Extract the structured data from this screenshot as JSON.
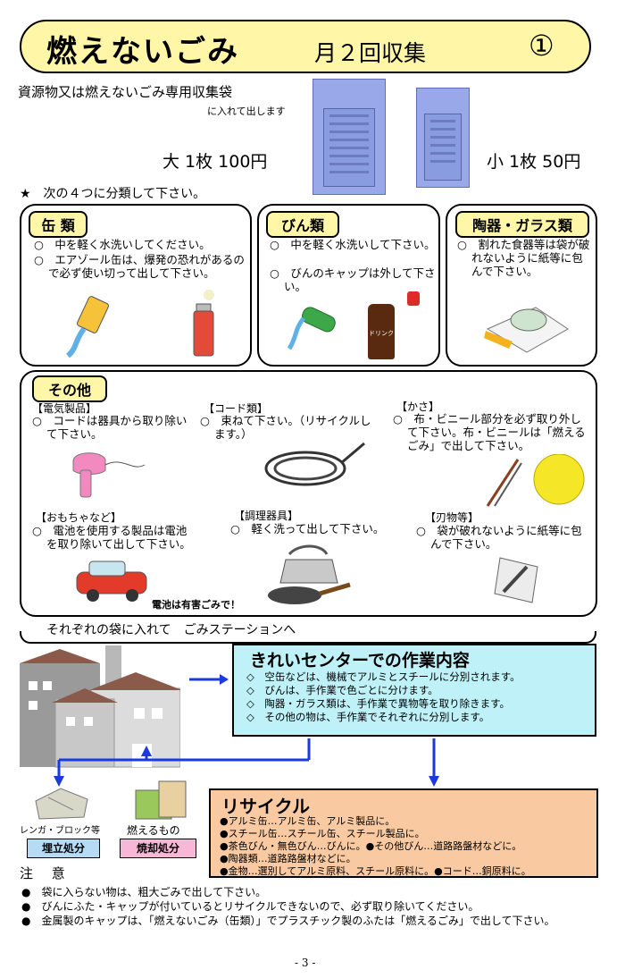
{
  "header": {
    "title": "燃えないごみ",
    "subtitle": "月２回収集",
    "number": "①"
  },
  "bags": {
    "text_line1": "資源物又は燃えないごみ専用収集袋",
    "text_line2": "に入れて出します",
    "large_price": "大 1枚 100円",
    "small_price": "小 1枚 50円"
  },
  "classify_note": "★　次の４つに分類して下さい。",
  "cans": {
    "tag": "缶 類",
    "items": [
      "○　中を軽く水洗いしてください。",
      "○　エアゾール缶は、爆発の恐れがあるので必ず使い切って出して下さい。"
    ]
  },
  "bottles": {
    "tag": "びん類",
    "items": [
      "○　中を軽く水洗いして下さい。",
      "○　びんのキャップは外して下さい。"
    ],
    "drink_label": "ドリンク"
  },
  "ceramics": {
    "tag": "陶器・ガラス類",
    "items": [
      "○　割れた食器等は袋が破れないように紙等に包んで下さい。"
    ]
  },
  "other": {
    "tag": "その他",
    "electric": {
      "head": "【電気製品】",
      "text": "○　コードは器具から取り除いて下さい。"
    },
    "cord": {
      "head": "【コード類】",
      "text": "○　束ねて下さい。（リサイクルします。）"
    },
    "umbrella": {
      "head": "【かさ】",
      "text": "○　布・ビニール部分を必ず取り外して下さい。布・ビニールは「燃えるごみ」で出して下さい。"
    },
    "toys": {
      "head": "【おもちゃなど】",
      "text": "○　電池を使用する製品は電池を取り除いて出して下さい。"
    },
    "cooking": {
      "head": "【調理器具】",
      "text": "○　軽く洗って出して下さい。"
    },
    "blades": {
      "head": "【刃物等】",
      "text": "○　袋が破れないように紙等に包んで下さい。"
    },
    "battery_warning": "電池は有害ごみで！"
  },
  "banner": "それぞれの袋に入れて　ごみステーションへ",
  "center": {
    "title": "きれいセンターでの作業内容",
    "items": [
      "◇　空缶などは、機械でアルミとスチールに分別されます。",
      "◇　びんは、手作業で色ごとに分けます。",
      "◇　陶器・ガラス類は、手作業で異物等を取り除きます。",
      "◇　その他の物は、手作業でそれぞれに分別します。"
    ]
  },
  "disposal": {
    "landfill_caption": "レンガ・ブロック等",
    "landfill_label": "埋立処分",
    "burn_caption": "燃えるもの",
    "burn_label": "焼却処分",
    "landfill_color": "#b6dcf5",
    "burn_color": "#f7b8d8"
  },
  "recycle": {
    "title": "リサイクル",
    "items": [
      "●アルミ缶…アルミ缶、アルミ製品に。",
      "●スチール缶…スチール缶、スチール製品に。",
      "●茶色びん・無色びん…びんに。●その他びん…道路路盤材などに。",
      "●陶器類…道路路盤材などに。",
      "●金物…選別してアルミ原料、スチール原料に。●コード…銅原料に。"
    ]
  },
  "caution": {
    "title": "注 意",
    "items": [
      "●　袋に入らない物は、粗大ごみで出して下さい。",
      "●　びんにふた・キャップが付いているとリサイクルできないので、必ず取り除いてください。",
      "●　金属製のキャップは、「燃えないごみ（缶類）」でプラスチック製のふたは「燃えるごみ」で出して下さい。"
    ]
  },
  "page_number": "- 3 -",
  "colors": {
    "header_bg": "#fff6a8",
    "center_bg": "#bff2f8",
    "recycle_bg": "#f9caa2",
    "arrow": "#1a3ae0"
  }
}
